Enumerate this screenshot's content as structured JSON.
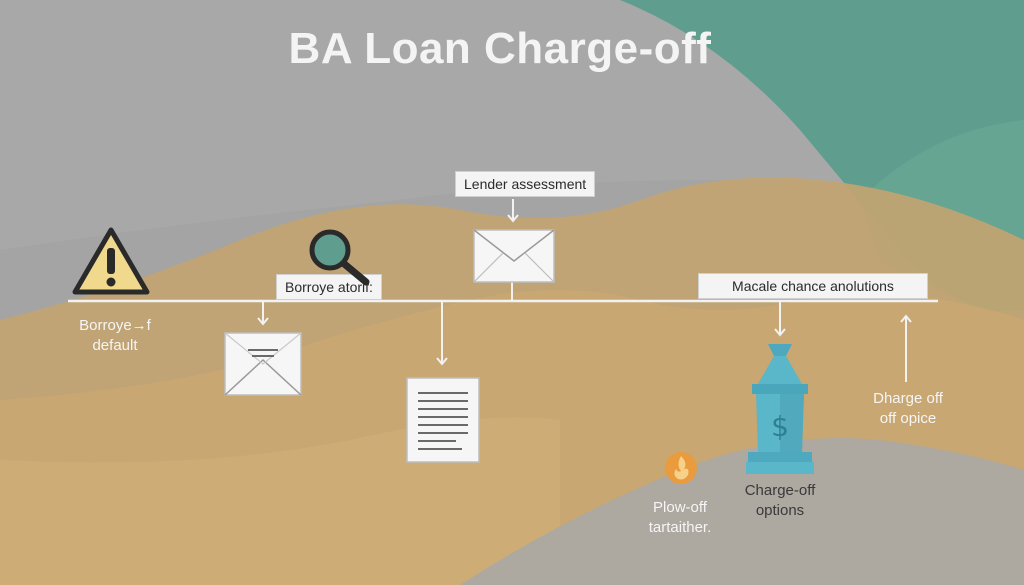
{
  "title": "BA Loan Charge-off",
  "labels": {
    "lender_assessment": "Lender assessment",
    "borrower_action": "Borroye atorif:",
    "macale_options": "Macale chance anolutions"
  },
  "texts": {
    "borrower_default": [
      "Borroye→f",
      "default"
    ],
    "chargeoff_options": [
      "Charge-off",
      "options"
    ],
    "plow_off": [
      "Plow-off",
      "tartaither."
    ],
    "dharge_off": [
      "Dharge off",
      "off opice"
    ]
  },
  "icons": [
    "warning-icon",
    "magnifier-icon",
    "envelope-icon",
    "document-icon",
    "money-bag-icon",
    "flame-icon"
  ],
  "colors": {
    "background": "#a3a3a3",
    "teal": "#5f9e8e",
    "tan": "#c6a46e",
    "warning": "#f0d98c",
    "bag": "#5ab6c9",
    "flame": "#e99b3d"
  }
}
